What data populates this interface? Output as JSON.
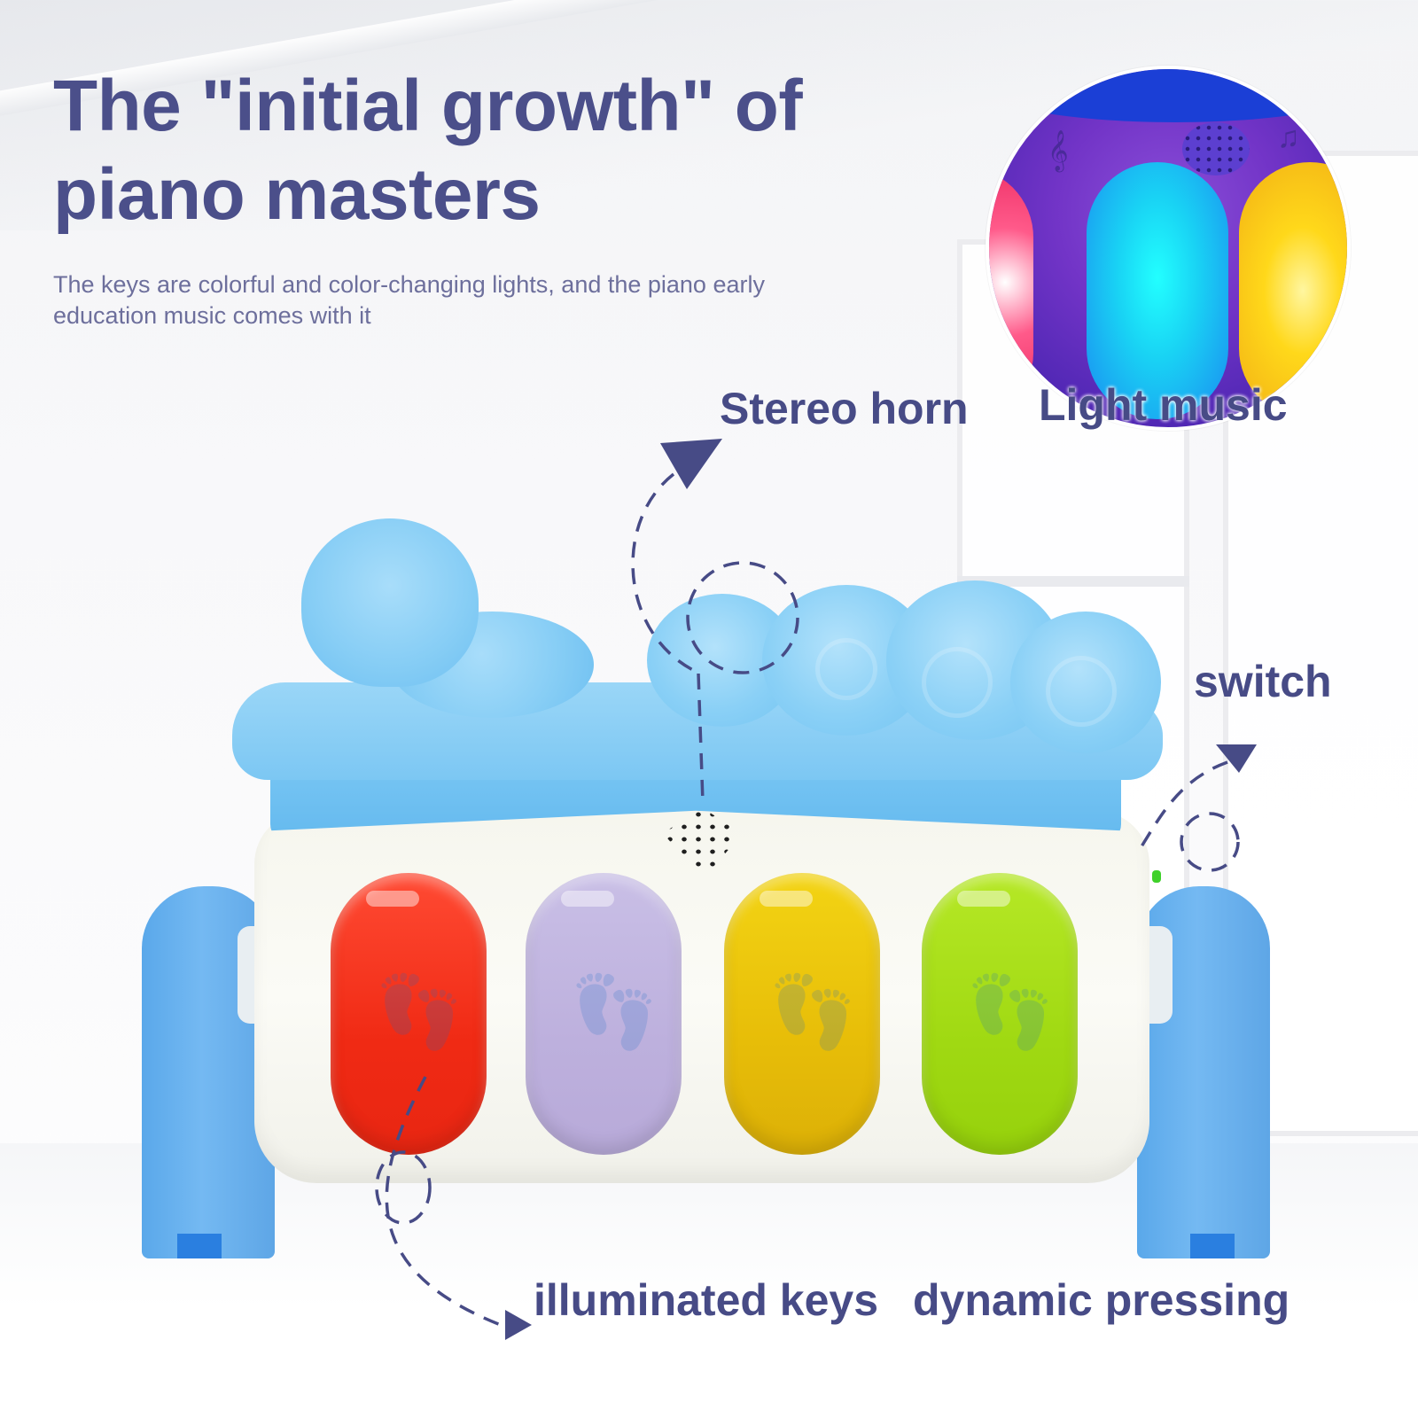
{
  "headline": {
    "title": "The \"initial growth\" of piano masters",
    "subtitle": "The keys are colorful and color-changing lights, and the piano early education music comes with it"
  },
  "callouts": {
    "stereo_horn": "Stereo horn",
    "light_music": "Light music",
    "switch": "switch",
    "illuminated_keys": "illuminated keys",
    "dynamic_pressing": "dynamic pressing"
  },
  "product": {
    "keys": [
      {
        "name": "red",
        "color": "#f02a14"
      },
      {
        "name": "purple",
        "color": "#bdb0dd"
      },
      {
        "name": "yellow",
        "color": "#e7bd08"
      },
      {
        "name": "green",
        "color": "#a0d912"
      }
    ],
    "body_color": "#f6f6ee",
    "top_color": "#7cc7f3",
    "legs_color": "#5ea6e6"
  },
  "inset": {
    "keys": [
      {
        "name": "pink-lit",
        "color": "#e8205a"
      },
      {
        "name": "cyan-lit",
        "color": "#19d3f4"
      },
      {
        "name": "yellow-lit",
        "color": "#ffd81a"
      }
    ],
    "icons": [
      "treble-clef-icon",
      "music-note-icon",
      "speaker-grille-icon"
    ]
  },
  "colors": {
    "accent_text": "#474b86",
    "subtitle_text": "#6d6f9c",
    "background": "#f6f7f9"
  },
  "glyphs": {
    "treble_clef": "𝄞",
    "music_note": "♫",
    "footprint": "👣"
  }
}
